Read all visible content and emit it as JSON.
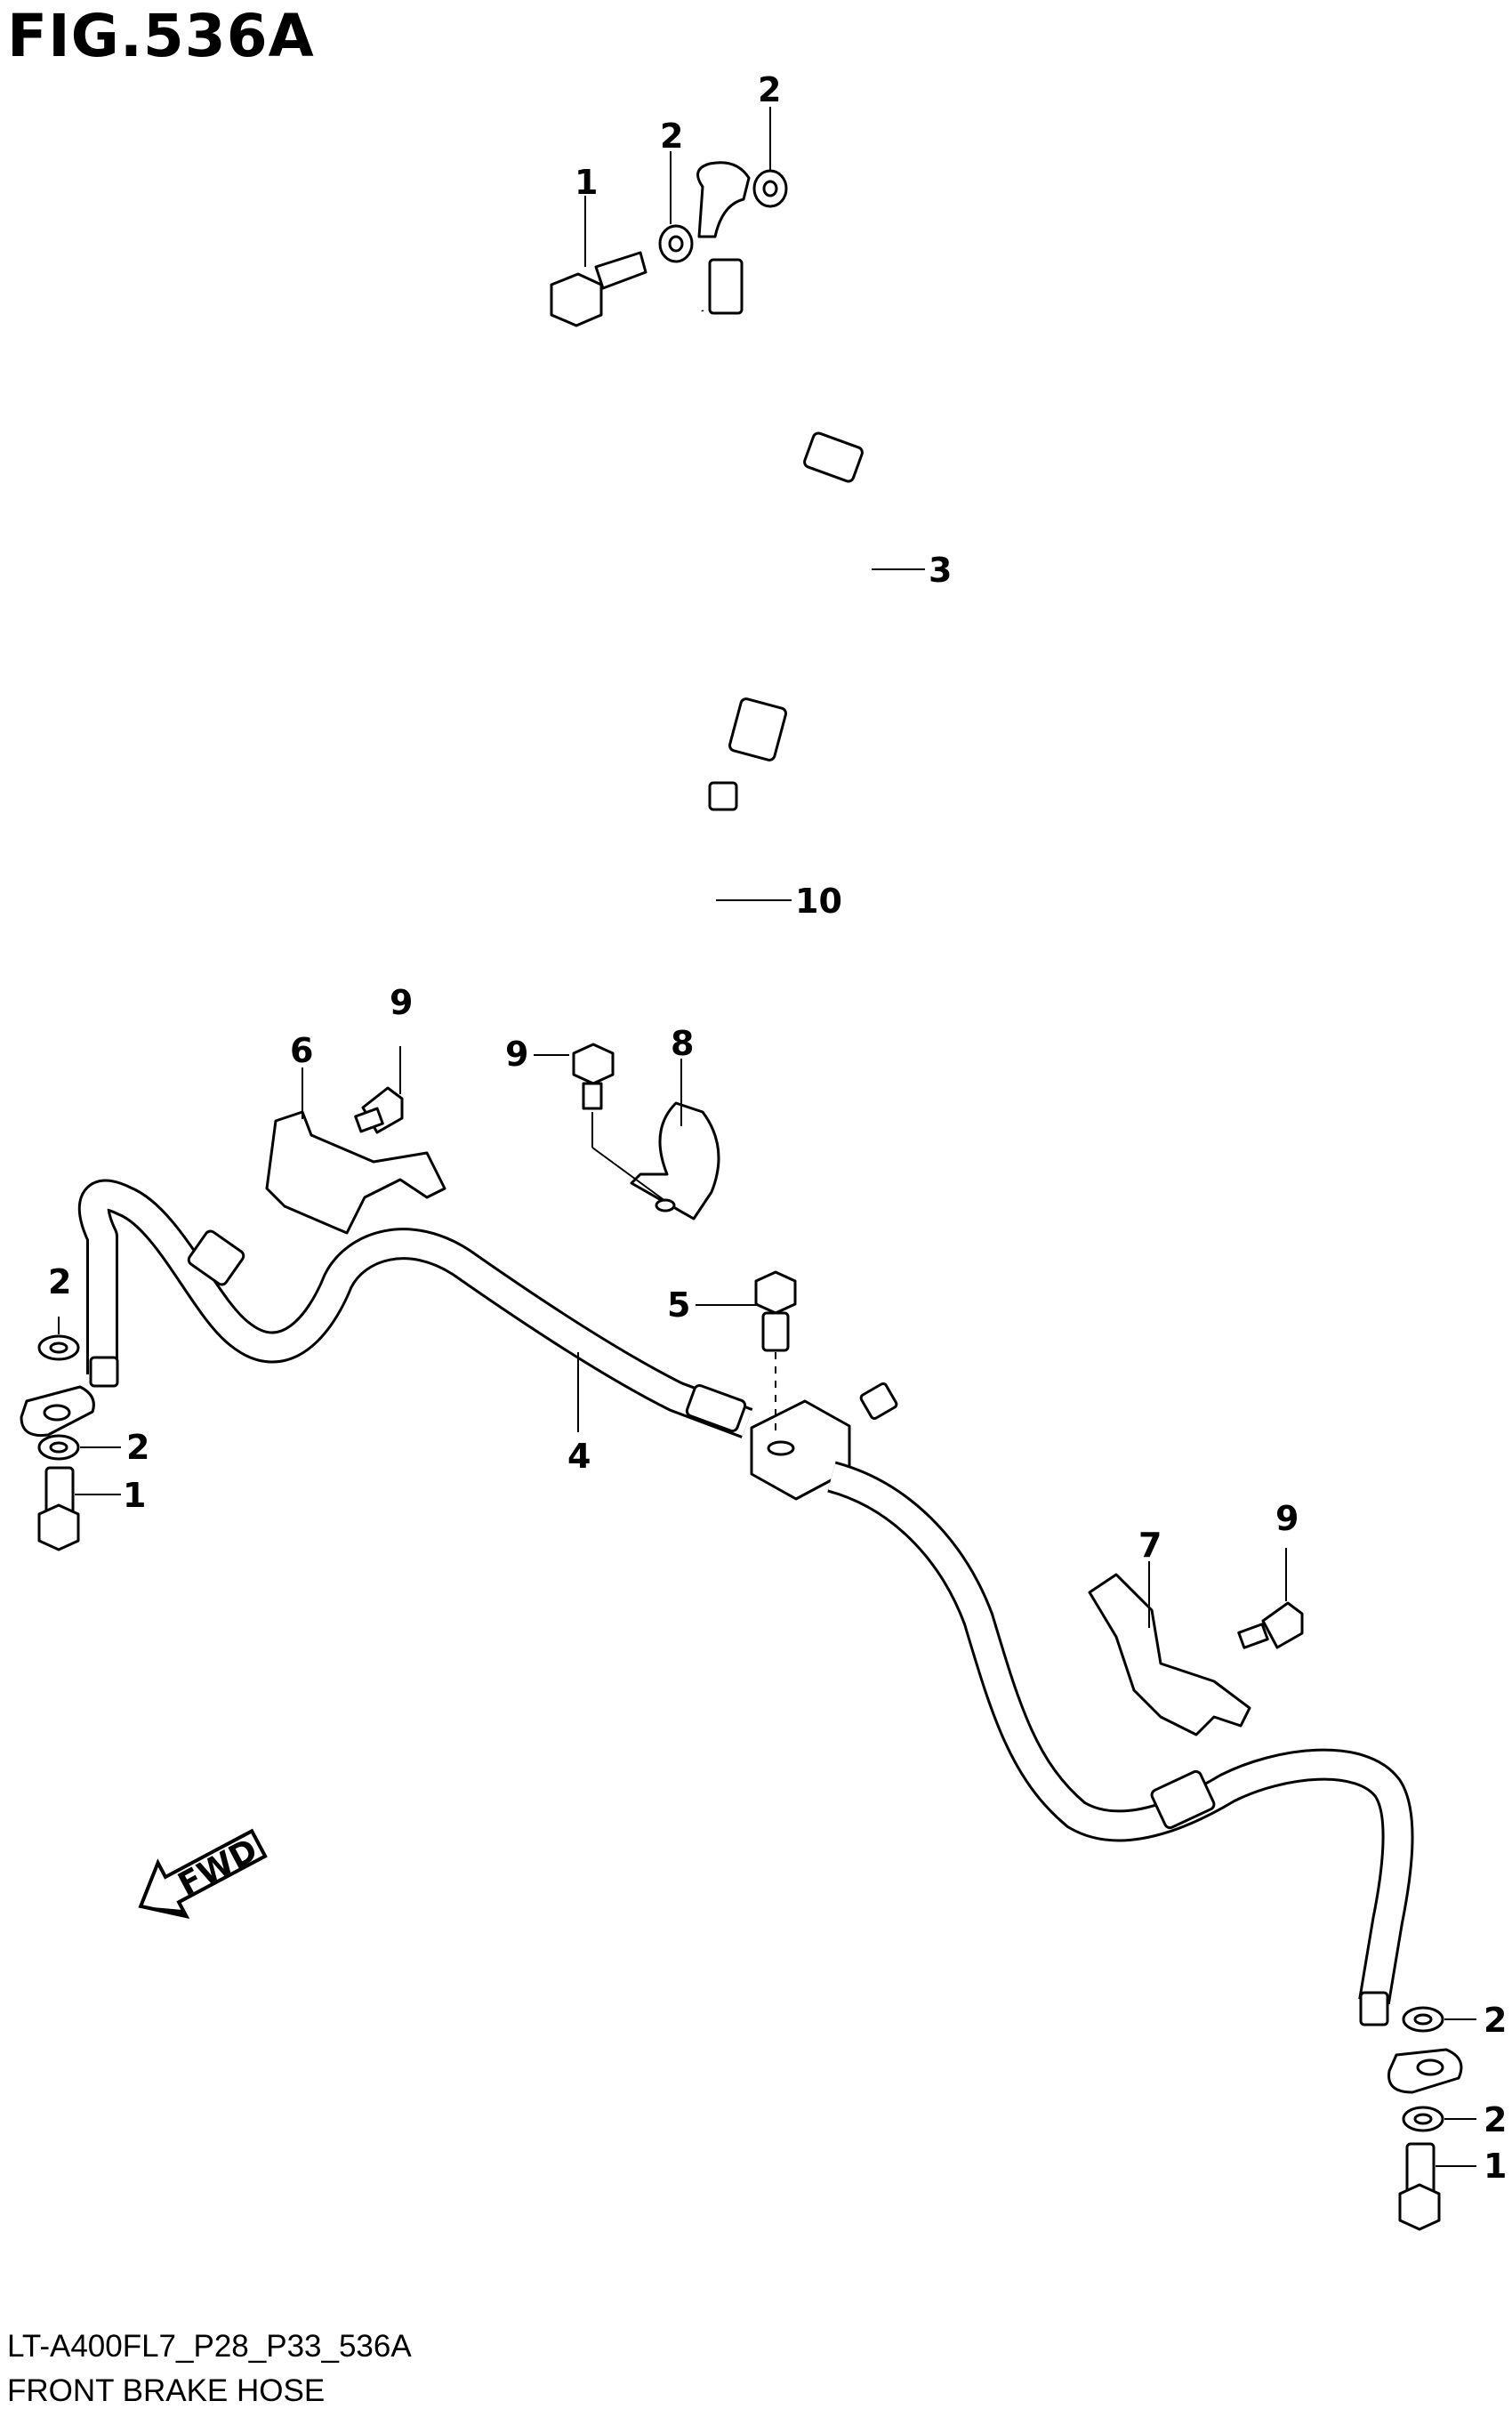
{
  "figure": {
    "title": "FIG.536A",
    "code": "LT-A400FL7_P28_P33_536A",
    "name": "FRONT BRAKE HOSE"
  },
  "direction_marker": "FWD",
  "callouts": {
    "c1_top": "1",
    "c2_top_a": "2",
    "c2_top_b": "2",
    "c3": "3",
    "c10": "10",
    "c9_left": "9",
    "c6": "6",
    "c9_mid": "9",
    "c8": "8",
    "c2_left_a": "2",
    "c2_left_b": "2",
    "c1_left": "1",
    "c5": "5",
    "c4": "4",
    "c7": "7",
    "c9_right": "9",
    "c2_right_a": "2",
    "c2_right_b": "2",
    "c1_right": "1"
  }
}
